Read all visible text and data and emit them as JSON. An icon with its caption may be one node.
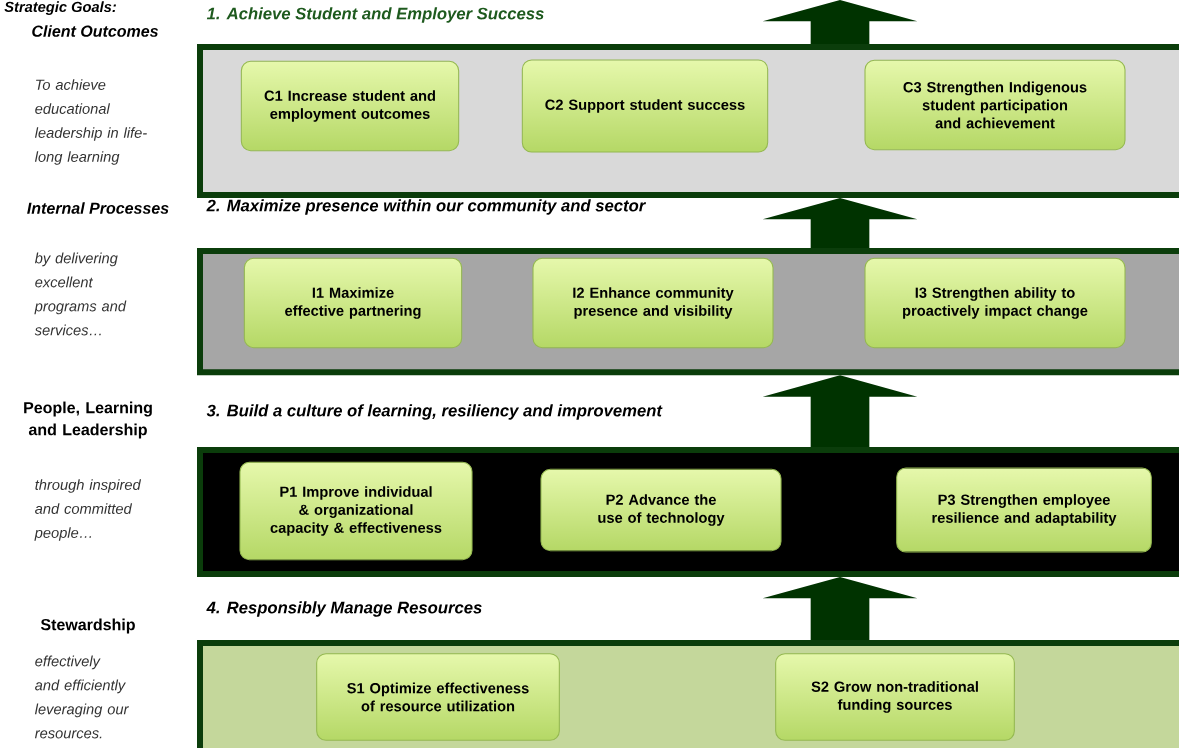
{
  "diagram": {
    "title": "Strategic Goals:",
    "nodes": [
      {
        "text": [
          "1. Achieve Student and Employer Success"
        ]
      },
      {
        "text": [
          "C1 Increase student and employment outcomes"
        ],
        "in": 0
      },
      {
        "text": [
          "C2 Support student success"
        ],
        "in": 0
      },
      {
        "text": [
          "C3 Strengthen Indigenous student participation and achievement"
        ],
        "in": 0
      },
      {
        "text": [
          "2. Maximize presence within our community and sector"
        ]
      },
      {
        "text": [
          "I1 Maximize effective partnering"
        ],
        "in": 4
      },
      {
        "text": [
          "I2 Enhance community presence and visibility"
        ],
        "in": 4
      },
      {
        "text": [
          "I3 Strengthen ability to proactively impact change"
        ],
        "in": 4
      },
      {
        "text": [
          "3. Build a culture of learning, resiliency and improvement"
        ]
      },
      {
        "text": [
          "P1 Improve individual & organizational capacity & effectiveness"
        ],
        "in": 8
      },
      {
        "text": [
          "P2 Advance the use of technology"
        ],
        "in": 8
      },
      {
        "text": [
          "P3 Strengthen employee resilience and adaptability"
        ],
        "in": 8
      },
      {
        "text": [
          "4. Responsibly Manage Resources"
        ]
      },
      {
        "text": [
          "S1 Optimize effectiveness of resource utilization"
        ],
        "in": 12
      },
      {
        "text": [
          "S2 Grow non-traditional funding sources"
        ],
        "in": 12
      }
    ],
    "edges": [
      {
        "from": 12,
        "to": 8,
        "arrow": "to",
        "style": "thick"
      },
      {
        "from": 8,
        "to": 4,
        "arrow": "to",
        "style": "thick"
      },
      {
        "from": 4,
        "to": 0,
        "arrow": "to",
        "style": "thick"
      },
      {
        "from": 0,
        "to": null,
        "arrow": "to",
        "style": "thick"
      }
    ],
    "labels": [
      "Client Outcomes",
      "To achieve educational leadership in life-long learning",
      "Internal Processes",
      "by delivering excellent programs and services…",
      "People, Learning and Leadership",
      "through inspired and committed people…",
      "Stewardship",
      "effectively and efficiently leveraging our resources."
    ]
  }
}
